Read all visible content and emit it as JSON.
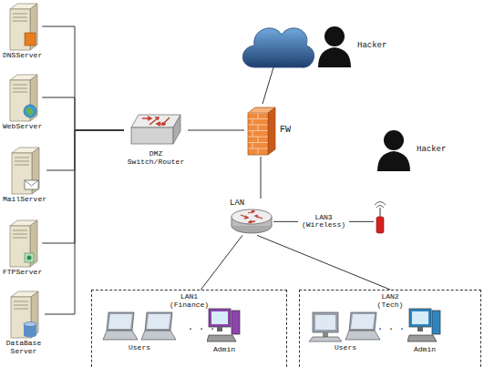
{
  "diagram": {
    "nodes": [
      {
        "text": [
          "DNSServer"
        ]
      },
      {
        "text": [
          "WebServer"
        ]
      },
      {
        "text": [
          "MailServer"
        ]
      },
      {
        "text": [
          "FTPServer"
        ]
      },
      {
        "text": [
          "DataBase Server"
        ]
      },
      {
        "text": [
          "DMZ Switch/Router"
        ]
      },
      {
        "text": [
          "FW"
        ]
      },
      {
        "text": [
          "Hacker"
        ]
      },
      {
        "text": [
          "LAN"
        ]
      },
      {
        "text": [
          "Hacker"
        ]
      },
      {
        "text": [
          "LAN1 (Finance)"
        ]
      },
      {
        "text": [
          "Users"
        ],
        "in": 10
      },
      {
        "text": [
          "Admin"
        ],
        "in": 10
      },
      {
        "text": [
          "LAN2 (Tech)"
        ]
      },
      {
        "text": [
          "Users"
        ],
        "in": 13
      },
      {
        "text": [
          "Admin"
        ],
        "in": 13
      }
    ],
    "edges": [
      {
        "from": 0,
        "to": 5,
        "arrow": "none"
      },
      {
        "from": 1,
        "to": 5,
        "arrow": "none"
      },
      {
        "from": 2,
        "to": 5,
        "arrow": "none"
      },
      {
        "from": 3,
        "to": 5,
        "arrow": "none"
      },
      {
        "from": 4,
        "to": 5,
        "arrow": "none"
      },
      {
        "from": 5,
        "to": 6,
        "arrow": "none"
      },
      {
        "from": 6,
        "to": 8,
        "arrow": "none"
      },
      {
        "from": 8,
        "to": 9,
        "label": "LAN3 (Wireless)",
        "arrow": "none"
      },
      {
        "from": 8,
        "to": 10,
        "arrow": "none"
      },
      {
        "from": 8,
        "to": 13,
        "arrow": "none"
      }
    ],
    "labels": [
      "· · ·",
      "· · ·"
    ]
  }
}
